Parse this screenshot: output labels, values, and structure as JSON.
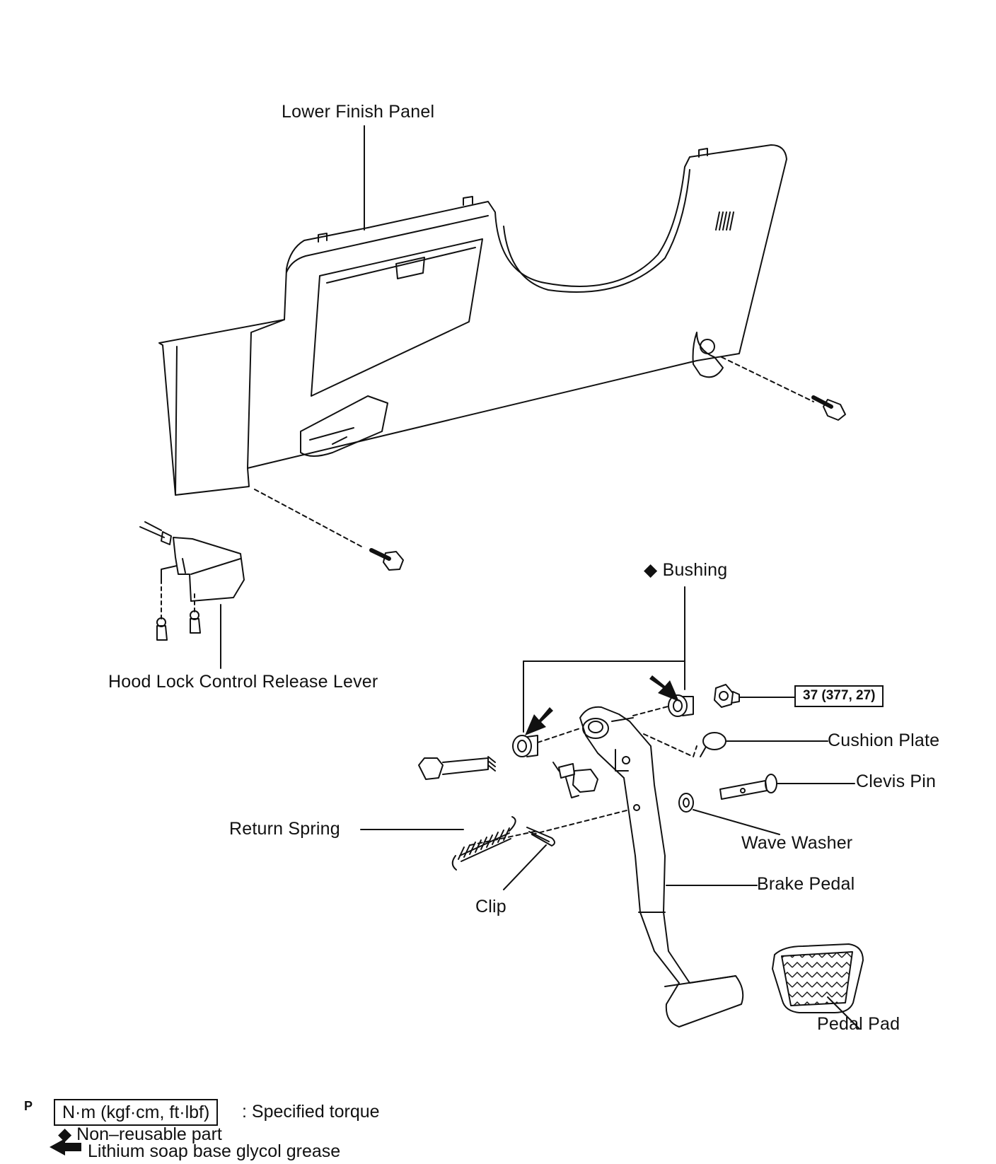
{
  "labels": {
    "lower_finish_panel": "Lower Finish Panel",
    "hood_lock": "Hood Lock Control Release Lever",
    "bushing": "◆ Bushing",
    "torque_value": "37 (377, 27)",
    "cushion_plate": "Cushion Plate",
    "clevis_pin": "Clevis Pin",
    "return_spring": "Return Spring",
    "wave_washer": "Wave Washer",
    "brake_pedal": "Brake Pedal",
    "clip": "Clip",
    "pedal_pad": "Pedal Pad"
  },
  "legend": {
    "corner_mark": "P",
    "torque_unit": "N·m (kgf·cm, ft·lbf)",
    "torque_desc": ": Specified torque",
    "non_reusable": "◆ Non–reusable part",
    "grease": "Lithium soap base glycol grease"
  },
  "colors": {
    "ink": "#111111",
    "background": "#ffffff"
  }
}
